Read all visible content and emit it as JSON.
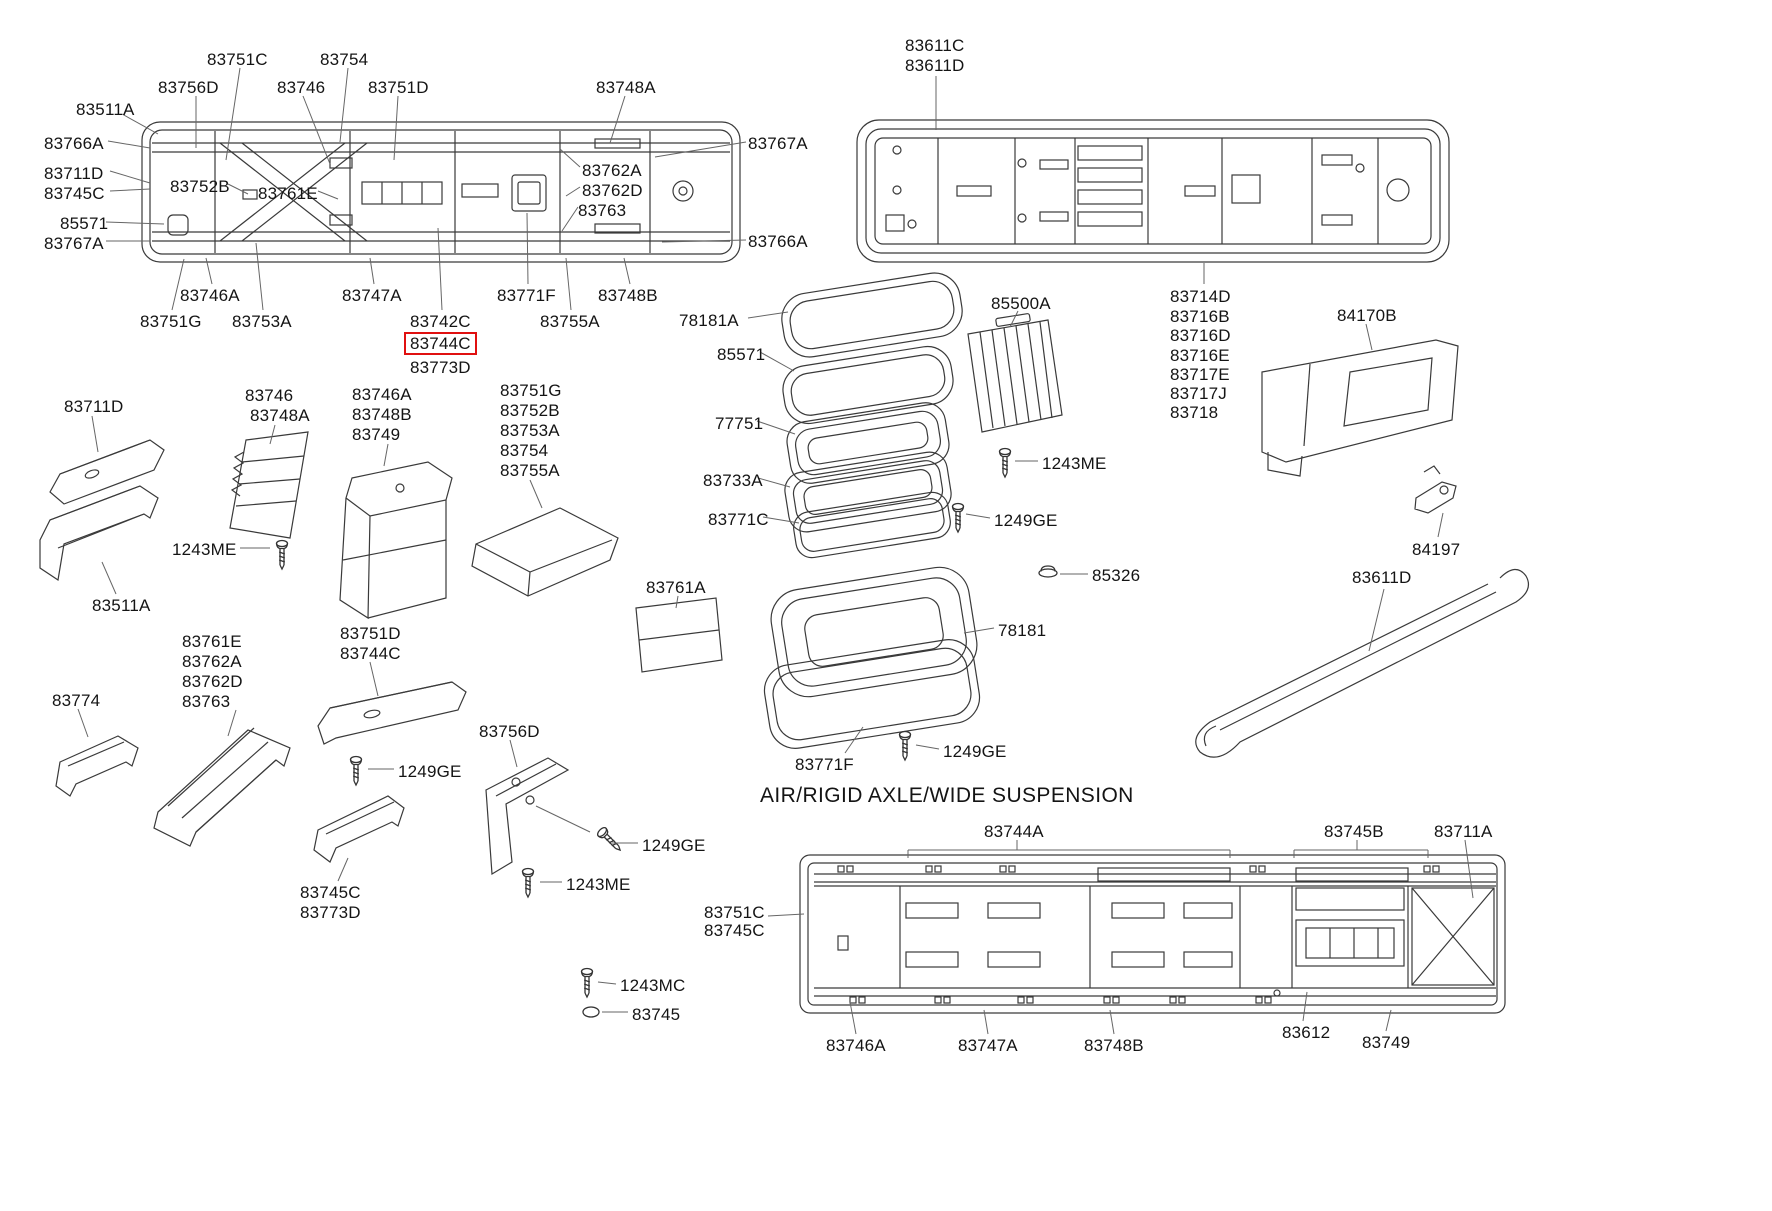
{
  "page": {
    "section_title": "AIR/RIGID AXLE/WIDE SUSPENSION",
    "highlight": {
      "part_number": "83744C",
      "color": "#e01010"
    }
  },
  "labels": {
    "tla": {
      "l1": "83751C",
      "l2": "83754",
      "l3": "83756D",
      "l4": "83746",
      "l5": "83751D",
      "l6": "83748A",
      "l7": "83511A",
      "l8": "83766A",
      "l9": "83767A",
      "l10": "83711D",
      "l11": "83745C",
      "l12": "83752B",
      "l13": "83761E",
      "l14": "83762A",
      "l15": "83762D",
      "l16": "83763",
      "l17": "85571",
      "l18": "83767A",
      "l19": "83766A",
      "l20": "83746A",
      "l21": "83747A",
      "l22": "83771F",
      "l23": "83748B",
      "l24": "83751G",
      "l25": "83753A",
      "l26": "83742C",
      "l27": "83744C",
      "l28": "83773D",
      "l29": "83755A"
    },
    "tra": {
      "l1": "83611C",
      "l2": "83611D",
      "l3": "83714D",
      "l4": "83716B",
      "l5": "83716D",
      "l6": "83716E",
      "l7": "83717E",
      "l8": "83717J",
      "l9": "83718",
      "l10": "84170B",
      "l11": "84197",
      "l12": "83611D"
    },
    "mid": {
      "l1": "78181A",
      "l2": "85571",
      "l3": "85500A",
      "l4": "77751",
      "l5": "1243ME",
      "l6": "83733A",
      "l7": "1249GE",
      "l8": "83771C",
      "l9": "85326",
      "l10": "78181",
      "l11": "83771F",
      "l12": "1249GE"
    },
    "left": {
      "l1": "83711D",
      "l2": "83746",
      "l3": "83748A",
      "l4": "83746A",
      "l5": "83748B",
      "l6": "83749",
      "l7": "83751G",
      "l8": "83752B",
      "l9": "83753A",
      "l10": "83754",
      "l11": "83755A",
      "l12": "1243ME",
      "l13": "83511A",
      "l14": "83761E",
      "l15": "83762A",
      "l16": "83762D",
      "l17": "83763",
      "l18": "83774",
      "l19": "83751D",
      "l20": "83744C",
      "l21": "1249GE",
      "l22": "83756D",
      "l23": "83761A",
      "l24": "1249GE",
      "l25": "1243ME",
      "l26": "83745C",
      "l27": "83773D",
      "l28": "1243MC",
      "l29": "83745"
    },
    "bot": {
      "l1": "83744A",
      "l2": "83745B",
      "l3": "83711A",
      "l4": "83751C",
      "l5": "83745C",
      "l6": "83746A",
      "l7": "83747A",
      "l8": "83748B",
      "l9": "83612",
      "l10": "83749"
    }
  }
}
